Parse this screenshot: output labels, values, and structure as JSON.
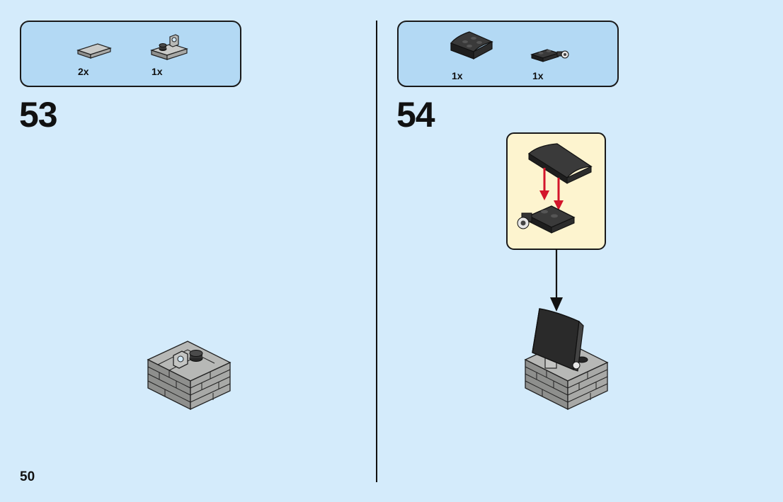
{
  "page": {
    "number": "50"
  },
  "steps": [
    {
      "number": "53",
      "parts": [
        {
          "icon": "tile-1x2-light-gray",
          "qty": "2x"
        },
        {
          "icon": "plate-with-clip-light-gray",
          "qty": "1x"
        }
      ]
    },
    {
      "number": "54",
      "parts": [
        {
          "icon": "curved-slope-black",
          "qty": "1x"
        },
        {
          "icon": "plate-with-ball-black",
          "qty": "1x"
        }
      ]
    }
  ],
  "colors": {
    "background": "#d4ebfb",
    "parts_box": "#b3d9f4",
    "callout": "#fdf4cf",
    "arrow_red": "#d3152b",
    "brick_gray": "#a0a19f",
    "brick_black": "#262626"
  }
}
